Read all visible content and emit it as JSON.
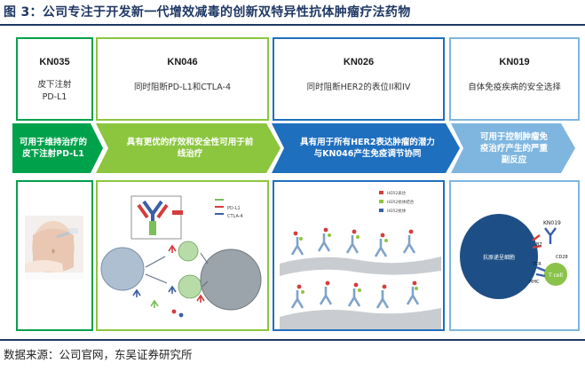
{
  "figure": {
    "title": "图 3：公司专注于开发新一代增效减毒的创新双特异性抗体肿瘤疗法药物",
    "source": "数据来源：公司官网，东吴证券研究所"
  },
  "products": [
    {
      "name": "KN035",
      "desc": [
        "皮下注射",
        "PD-L1"
      ],
      "color": "#00a14b"
    },
    {
      "name": "KN046",
      "desc": [
        "同时阻断PD-L1和CTLA-4"
      ],
      "color": "#8cc63f"
    },
    {
      "name": "KN026",
      "desc": [
        "同时阻断HER2的表位II和IV"
      ],
      "color": "#1f6fbf"
    },
    {
      "name": "KN019",
      "desc": [
        "自体免疫疾病的安全选择"
      ],
      "color": "#7fb6e0"
    }
  ],
  "arrows": [
    {
      "lines": [
        "可用于维持治疗的",
        "皮下注射PD-L1"
      ],
      "color": "#00a14b"
    },
    {
      "lines": [
        "具有更优的疗效和安全性可用于前",
        "线治疗"
      ],
      "color": "#8cc63f"
    },
    {
      "lines": [
        "具有用于所有HER2表达肿瘤的潜力",
        "与KN046产生免疫调节协同"
      ],
      "color": "#1f6fbf"
    },
    {
      "lines": [
        "可用于控制肿瘤免",
        "疫治疗产生的严重",
        "副反应"
      ],
      "color": "#7fb6e0"
    }
  ],
  "panel4_labels": {
    "cell": "抗原递呈细胞",
    "drug": "KN019",
    "tcr": "TCR",
    "mhc": "MHC",
    "cd28": "CD28",
    "tcell": "T cell",
    "b7": "B7"
  },
  "panel3_legend": [
    "HER2表达",
    "HER2抗体结合",
    "HER2抗体"
  ],
  "panel2_legend": [
    "PD-L1",
    "CTLA-4"
  ]
}
